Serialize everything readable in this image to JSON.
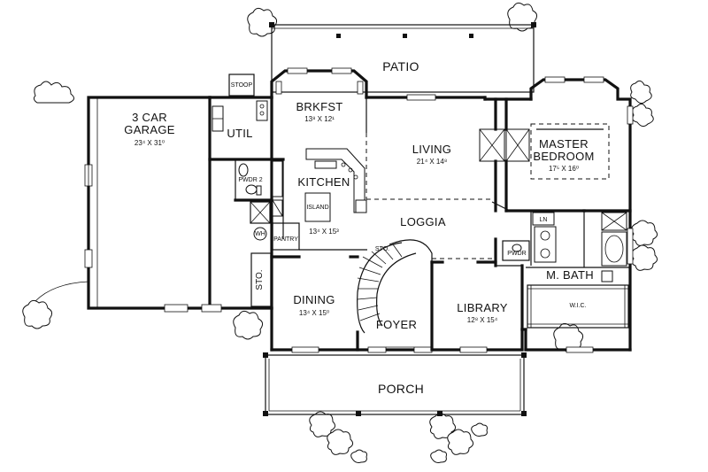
{
  "rooms": {
    "patio": "PATIO",
    "garage_line1": "3 CAR",
    "garage_line2": "GARAGE",
    "garage_dim": "23⁴ X 31⁰",
    "util": "UTIL",
    "brkfst": "BRKFST",
    "brkfst_dim": "13⁸ X 12¹",
    "living": "LIVING",
    "living_dim": "21⁴ X 14⁸",
    "master_line1": "MASTER",
    "master_line2": "BEDROOM",
    "master_dim": "17⁵ X 16⁰",
    "kitchen": "KITCHEN",
    "kitchen_dim": "13⁴ X 15³",
    "island": "ISLAND",
    "pwdr2": "PWDR 2",
    "pantry": "PANTRY",
    "loggia": "LOGGIA",
    "sto_stair": "STO.",
    "sto_side": "STO.",
    "pwdr": "PWDR",
    "m_bath": "M. BATH",
    "wic": "W.I.C.",
    "dining": "DINING",
    "dining_dim": "13⁴ X 15⁰",
    "foyer": "FOYER",
    "library": "LIBRARY",
    "library_dim": "12⁸ X 15⁴",
    "porch": "PORCH",
    "stoop": "STOOP",
    "wh": "WH",
    "ln": "LN"
  }
}
